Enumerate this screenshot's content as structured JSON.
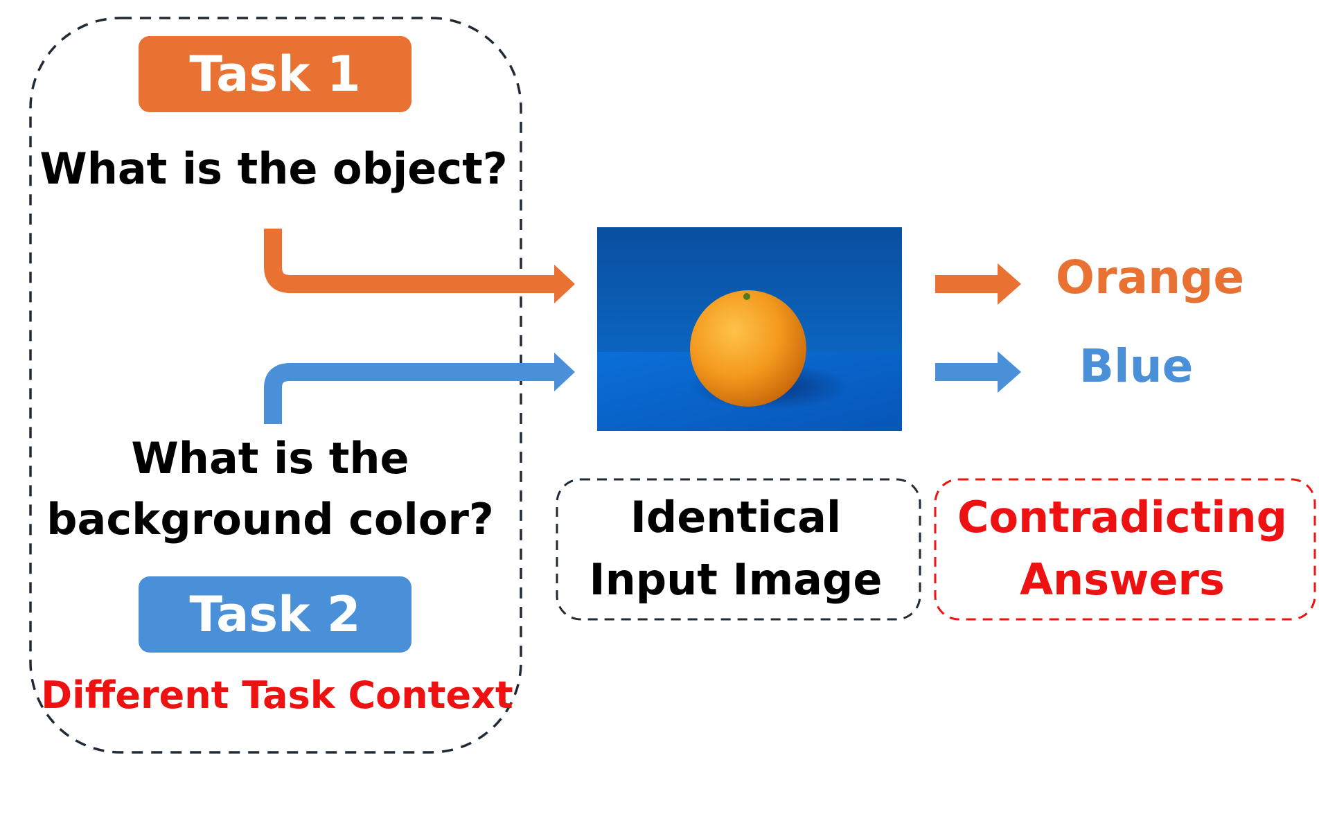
{
  "colors": {
    "task1": "#E97132",
    "task2": "#4A90D9",
    "highlight_red": "#EE1111",
    "dashed_border": "#1F2A36",
    "photo_background": "#0B5DB3",
    "photo_floor": "#0A6AD6",
    "orange_fruit": "#F39A1E"
  },
  "task1": {
    "label": "Task 1",
    "question": "What is the object?",
    "answer": "Orange"
  },
  "task2": {
    "label": "Task 2",
    "question_line1": "What is the",
    "question_line2": "background color?",
    "answer": "Blue"
  },
  "context_label": "Different Task Context",
  "image_caption": {
    "line1": "Identical",
    "line2": "Input Image"
  },
  "answers_caption": {
    "line1": "Contradicting",
    "line2": "Answers"
  },
  "icons": {
    "input_image": "orange-on-blue-photo",
    "arrows": "right-arrow"
  }
}
